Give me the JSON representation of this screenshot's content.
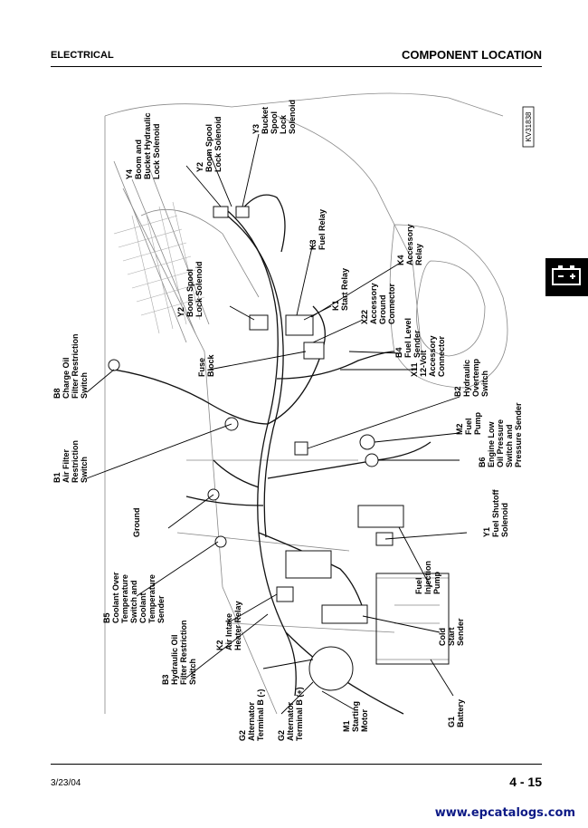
{
  "header": {
    "section": "ELECTRICAL",
    "title": "COMPONENT LOCATION"
  },
  "footer": {
    "date": "3/23/04",
    "page": "4 - 15",
    "watermark": "www.epcatalogs.com"
  },
  "figure_code": "KV31838",
  "callouts": {
    "y4": [
      "Y4",
      "Boom and",
      "Bucket Hydraulic",
      "Lock Solenoid"
    ],
    "y2a": [
      "Y2",
      "Boom Spool",
      "Lock Solenoid"
    ],
    "y3": [
      "Y3",
      "Bucket",
      "Spool",
      "Lock",
      "Solenoid"
    ],
    "k3": [
      "K3",
      "Fuel Relay"
    ],
    "k4": [
      "K4",
      "Accessory",
      "Relay"
    ],
    "y2b": [
      "Y2",
      "Boom Spool",
      "Lock Solenoid"
    ],
    "k1": [
      "K1",
      "Start Relay"
    ],
    "x22": [
      "X22",
      "Accessory",
      "Ground",
      "Connector"
    ],
    "fuse": [
      "Fuse",
      "Block"
    ],
    "b4": [
      "B4",
      "Fuel Level",
      "Sender"
    ],
    "x11": [
      "X11",
      "12-Volt",
      "Accessory",
      "Connector"
    ],
    "b8": [
      "B8",
      "Charge Oil",
      "Filter Restriction",
      "Switch"
    ],
    "b2": [
      "B2",
      "Hydraulic",
      "Overtemp",
      "Switch"
    ],
    "b1": [
      "B1",
      "Air Filter",
      "Restriction",
      "Switch"
    ],
    "m2": [
      "M2",
      "Fuel",
      "Pump"
    ],
    "b6": [
      "B6",
      "Engine Low",
      "Oil Pressure",
      "Switch and",
      "Pressure Sender"
    ],
    "ground": [
      "Ground"
    ],
    "y1": [
      "Y1",
      "Fuel Shutoff",
      "Solenoid"
    ],
    "b5": [
      "B5",
      "Coolant Over",
      "Temperature",
      "Switch and",
      "Coolant",
      "Temperature",
      "Sender"
    ],
    "fip": [
      "Fuel",
      "Injection",
      "Pump"
    ],
    "k2": [
      "K2",
      "Air Intake",
      "Heater Relay"
    ],
    "b3": [
      "B3",
      "Hydraulic Oil",
      "Filter Restriction",
      "Switch"
    ],
    "cold": [
      "Cold",
      "Start",
      "Sender"
    ],
    "g2a": [
      "G2",
      "Alternator",
      "Terminal B (-)"
    ],
    "g2b": [
      "G2",
      "Alternator",
      "Terminal B (+)"
    ],
    "m1": [
      "M1",
      "Starting",
      "Motor"
    ],
    "g1": [
      "G1",
      "Battery"
    ]
  }
}
